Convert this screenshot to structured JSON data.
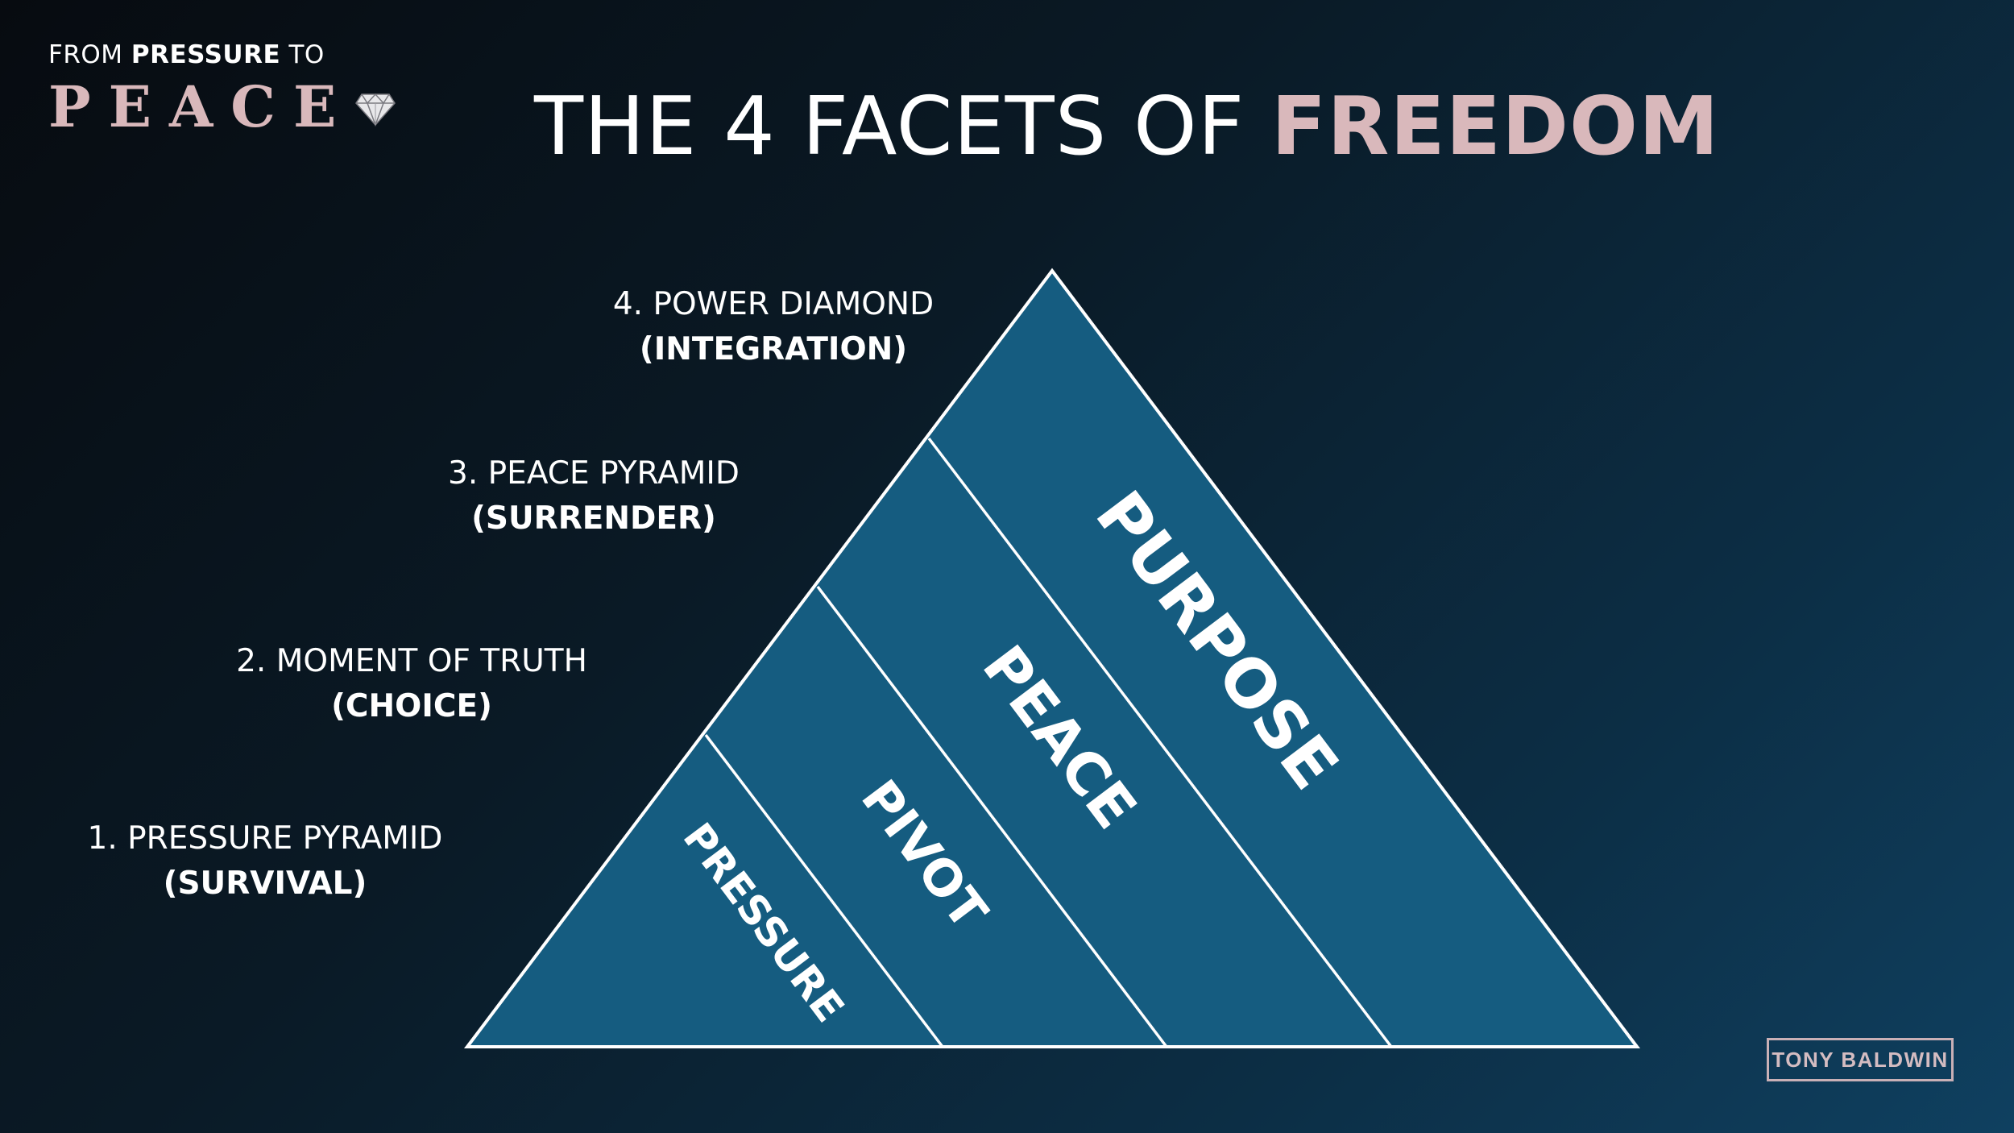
{
  "brand": {
    "prefix": "FROM",
    "emphasis": "PRESSURE",
    "suffix": "TO",
    "logo_word": "PEACE",
    "icon": "diamond-icon",
    "accent_color": "#d9b8bb"
  },
  "title": {
    "main": "THE 4 FACETS OF",
    "accent": "FREEDOM"
  },
  "levels": [
    {
      "label": "1. PRESSURE PYRAMID",
      "sub": "(SURVIVAL)",
      "band": "PRESSURE"
    },
    {
      "label": "2. MOMENT OF TRUTH",
      "sub": "(CHOICE)",
      "band": "PIVOT"
    },
    {
      "label": "3. PEACE PYRAMID",
      "sub": "(SURRENDER)",
      "band": "PEACE"
    },
    {
      "label": "4. POWER DIAMOND",
      "sub": "(INTEGRATION)",
      "band": "PURPOSE"
    }
  ],
  "colors": {
    "pyramid_fill": "#155c80",
    "pyramid_stroke": "#ffffff"
  },
  "signature": "TONY BALDWIN"
}
